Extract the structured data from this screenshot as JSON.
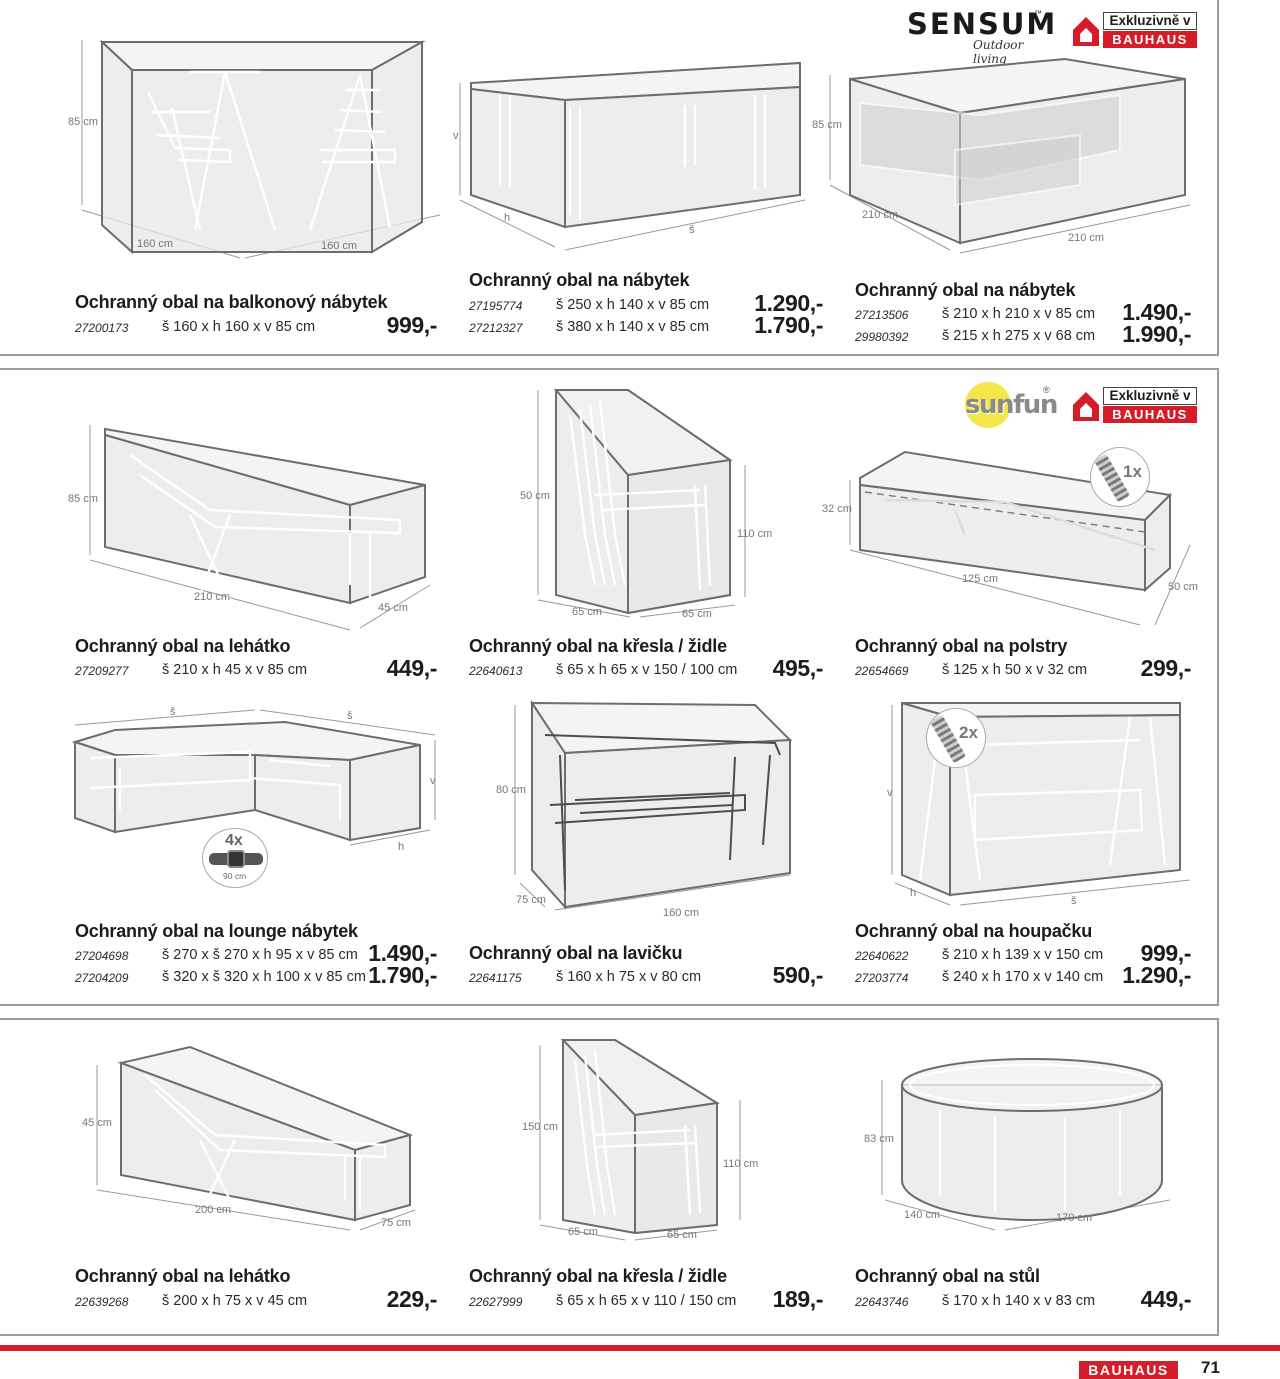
{
  "brands": {
    "sensum": {
      "name": "SENSUM",
      "tm": "™",
      "tagline": "Outdoor living"
    },
    "sunfun": {
      "name": "sunfun",
      "reg": "®"
    },
    "exclusive_label": "Exkluzivně v",
    "bauhaus": "BAUHAUS"
  },
  "colors": {
    "accent": "#d51c29",
    "panel_border": "#9c9c9c",
    "sun": "#f4e54a"
  },
  "badges": {
    "zip_1": "1x",
    "zip_2": "2x",
    "straps_count": "4x",
    "straps_length": "90 cm"
  },
  "products": [
    {
      "title": "Ochranný obal na balkonový nábytek",
      "dims": [
        "85 cm",
        "160 cm",
        "160 cm"
      ],
      "variants": [
        {
          "code": "27200173",
          "size": "š 160 x h 160 x v 85 cm",
          "price": "999,-"
        }
      ]
    },
    {
      "title": "Ochranný obal na nábytek",
      "dims": [
        "v",
        "h",
        "š"
      ],
      "variants": [
        {
          "code": "27195774",
          "size": "š 250 x h 140 x v 85 cm",
          "price": "1.290,-"
        },
        {
          "code": "27212327",
          "size": "š 380 x h 140 x v 85 cm",
          "price": "1.790,-"
        }
      ]
    },
    {
      "title": "Ochranný obal na nábytek",
      "dims": [
        "85 cm",
        "210 cm",
        "210 cm"
      ],
      "variants": [
        {
          "code": "27213506",
          "size": "š 210 x h 210 x v 85 cm",
          "price": "1.490,-"
        },
        {
          "code": "29980392",
          "size": "š 215 x h 275 x v 68 cm",
          "price": "1.990,-"
        }
      ]
    },
    {
      "title": "Ochranný obal na lehátko",
      "dims": [
        "85 cm",
        "210 cm",
        "45 cm"
      ],
      "variants": [
        {
          "code": "27209277",
          "size": "š 210 x h 45 x v 85 cm",
          "price": "449,-"
        }
      ]
    },
    {
      "title": "Ochranný obal na křesla / židle",
      "dims": [
        "50 cm",
        "110 cm",
        "65 cm",
        "65 cm"
      ],
      "variants": [
        {
          "code": "22640613",
          "size": "š 65 x h 65 x v 150 / 100 cm",
          "price": "495,-"
        }
      ]
    },
    {
      "title": "Ochranný obal na polstry",
      "dims": [
        "32 cm",
        "125 cm",
        "50 cm"
      ],
      "variants": [
        {
          "code": "22654669",
          "size": "š 125 x h 50 x v 32 cm",
          "price": "299,-"
        }
      ]
    },
    {
      "title": "Ochranný obal na lounge nábytek",
      "dims": [
        "š",
        "š",
        "v",
        "h"
      ],
      "variants": [
        {
          "code": "27204698",
          "size": "š 270 x š 270 x h 95 x v 85 cm",
          "price": "1.490,-"
        },
        {
          "code": "27204209",
          "size": "š 320 x š 320 x h 100 x v 85 cm",
          "price": "1.790,-"
        }
      ]
    },
    {
      "title": "Ochranný obal na lavičku",
      "dims": [
        "80 cm",
        "75 cm",
        "160 cm"
      ],
      "variants": [
        {
          "code": "22641175",
          "size": "š 160 x h 75 x v 80 cm",
          "price": "590,-"
        }
      ]
    },
    {
      "title": "Ochranný obal na houpačku",
      "dims": [
        "v",
        "h",
        "š"
      ],
      "variants": [
        {
          "code": "22640622",
          "size": "š 210 x h 139 x v 150 cm",
          "price": "999,-"
        },
        {
          "code": "27203774",
          "size": "š 240 x h 170 x v 140 cm",
          "price": "1.290,-"
        }
      ]
    },
    {
      "title": "Ochranný obal na lehátko",
      "dims": [
        "45 cm",
        "200 cm",
        "75 cm"
      ],
      "variants": [
        {
          "code": "22639268",
          "size": "š 200 x h 75 x v 45 cm",
          "price": "229,-"
        }
      ]
    },
    {
      "title": "Ochranný obal na křesla / židle",
      "dims": [
        "150 cm",
        "110 cm",
        "65 cm",
        "65 cm"
      ],
      "variants": [
        {
          "code": "22627999",
          "size": "š 65 x h 65 x v 110 / 150 cm",
          "price": "189,-"
        }
      ]
    },
    {
      "title": "Ochranný obal na stůl",
      "dims": [
        "83 cm",
        "140 cm",
        "170 cm"
      ],
      "variants": [
        {
          "code": "22643746",
          "size": "š 170 x h 140 x v 83 cm",
          "price": "449,-"
        }
      ]
    }
  ],
  "footer": {
    "brand": "BAUHAUS",
    "page_number": "71"
  }
}
